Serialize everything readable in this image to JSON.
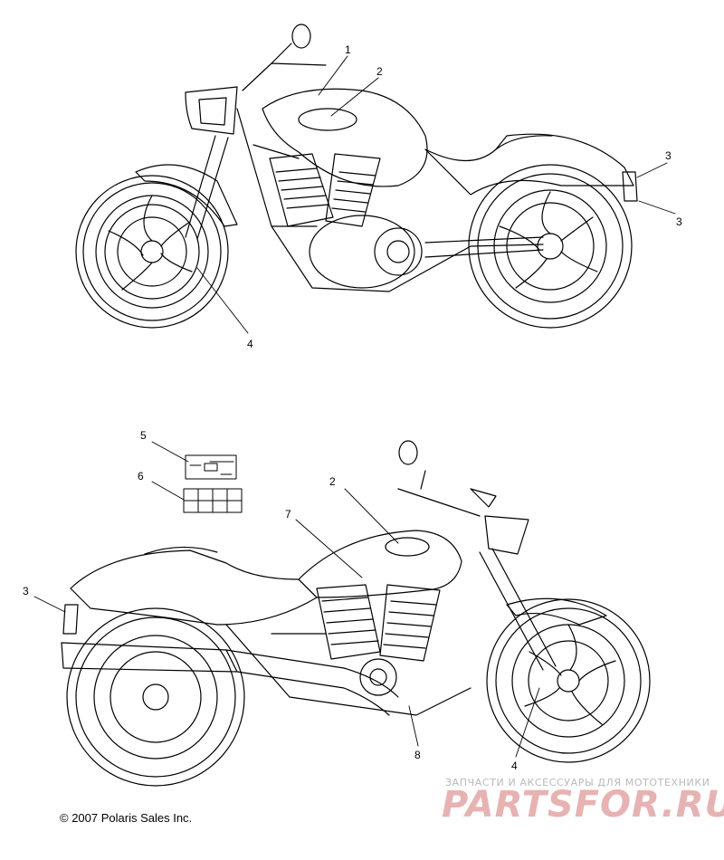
{
  "callouts_top": [
    "1",
    "2",
    "3",
    "3",
    "4"
  ],
  "callouts_bottom": [
    "5",
    "6",
    "2",
    "7",
    "3",
    "8",
    "4"
  ],
  "copyright": "© 2007 Polaris Sales Inc.",
  "watermark": {
    "tagline": "ЗАПЧАСТИ И АКСЕССУАРЫ ДЛЯ МОТОТЕХНИКИ",
    "logo": "PARTSFOR.RU"
  },
  "colors": {
    "line": "#000000",
    "background": "#ffffff",
    "watermark_logo": "#e8b2b2"
  }
}
